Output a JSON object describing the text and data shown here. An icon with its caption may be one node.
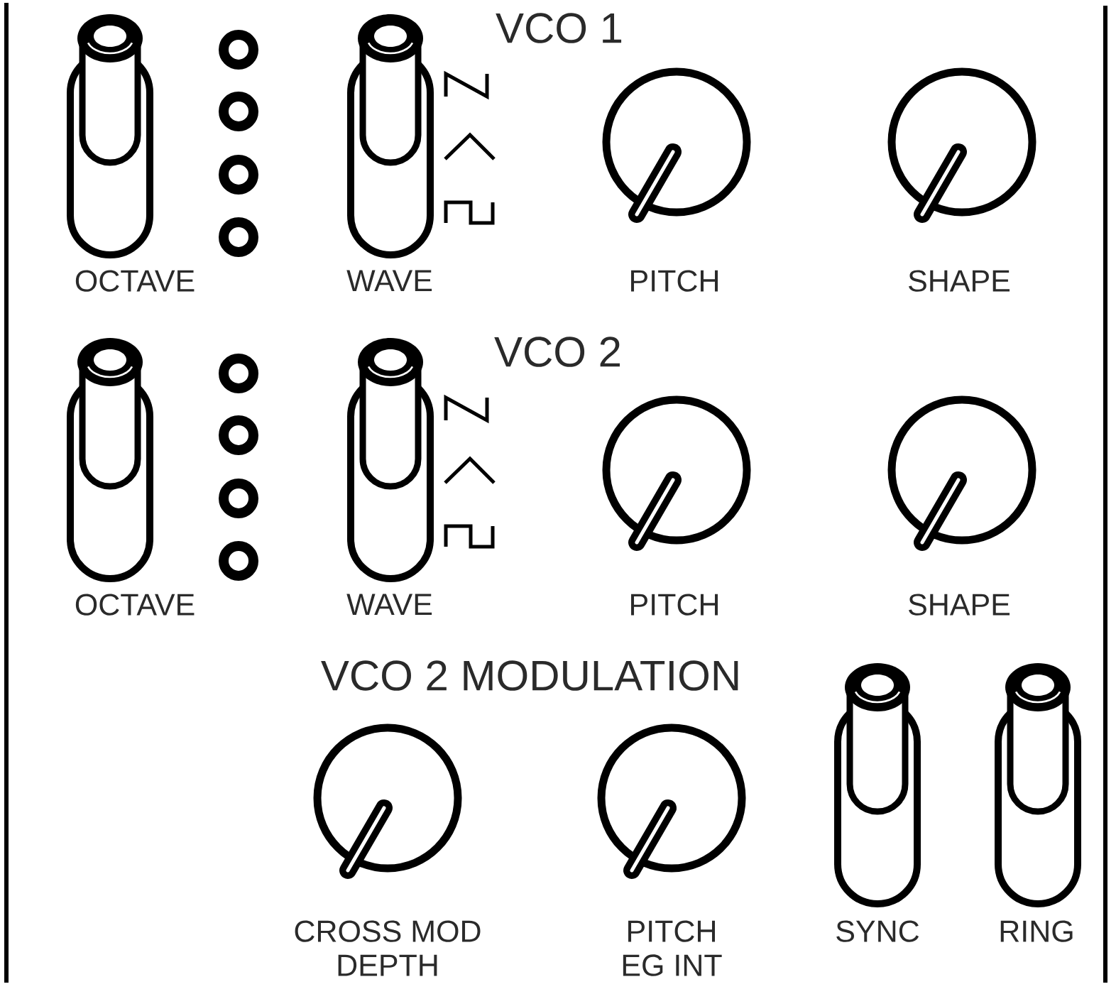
{
  "diagram": {
    "labels": [
      "VCO 1",
      "OCTAVE",
      "WAVE",
      "PITCH",
      "SHAPE",
      "VCO 2",
      "OCTAVE",
      "WAVE",
      "PITCH",
      "SHAPE",
      "VCO 2 MODULATION",
      "CROSS MOD DEPTH",
      "PITCH EG INT",
      "SYNC",
      "RING"
    ]
  }
}
